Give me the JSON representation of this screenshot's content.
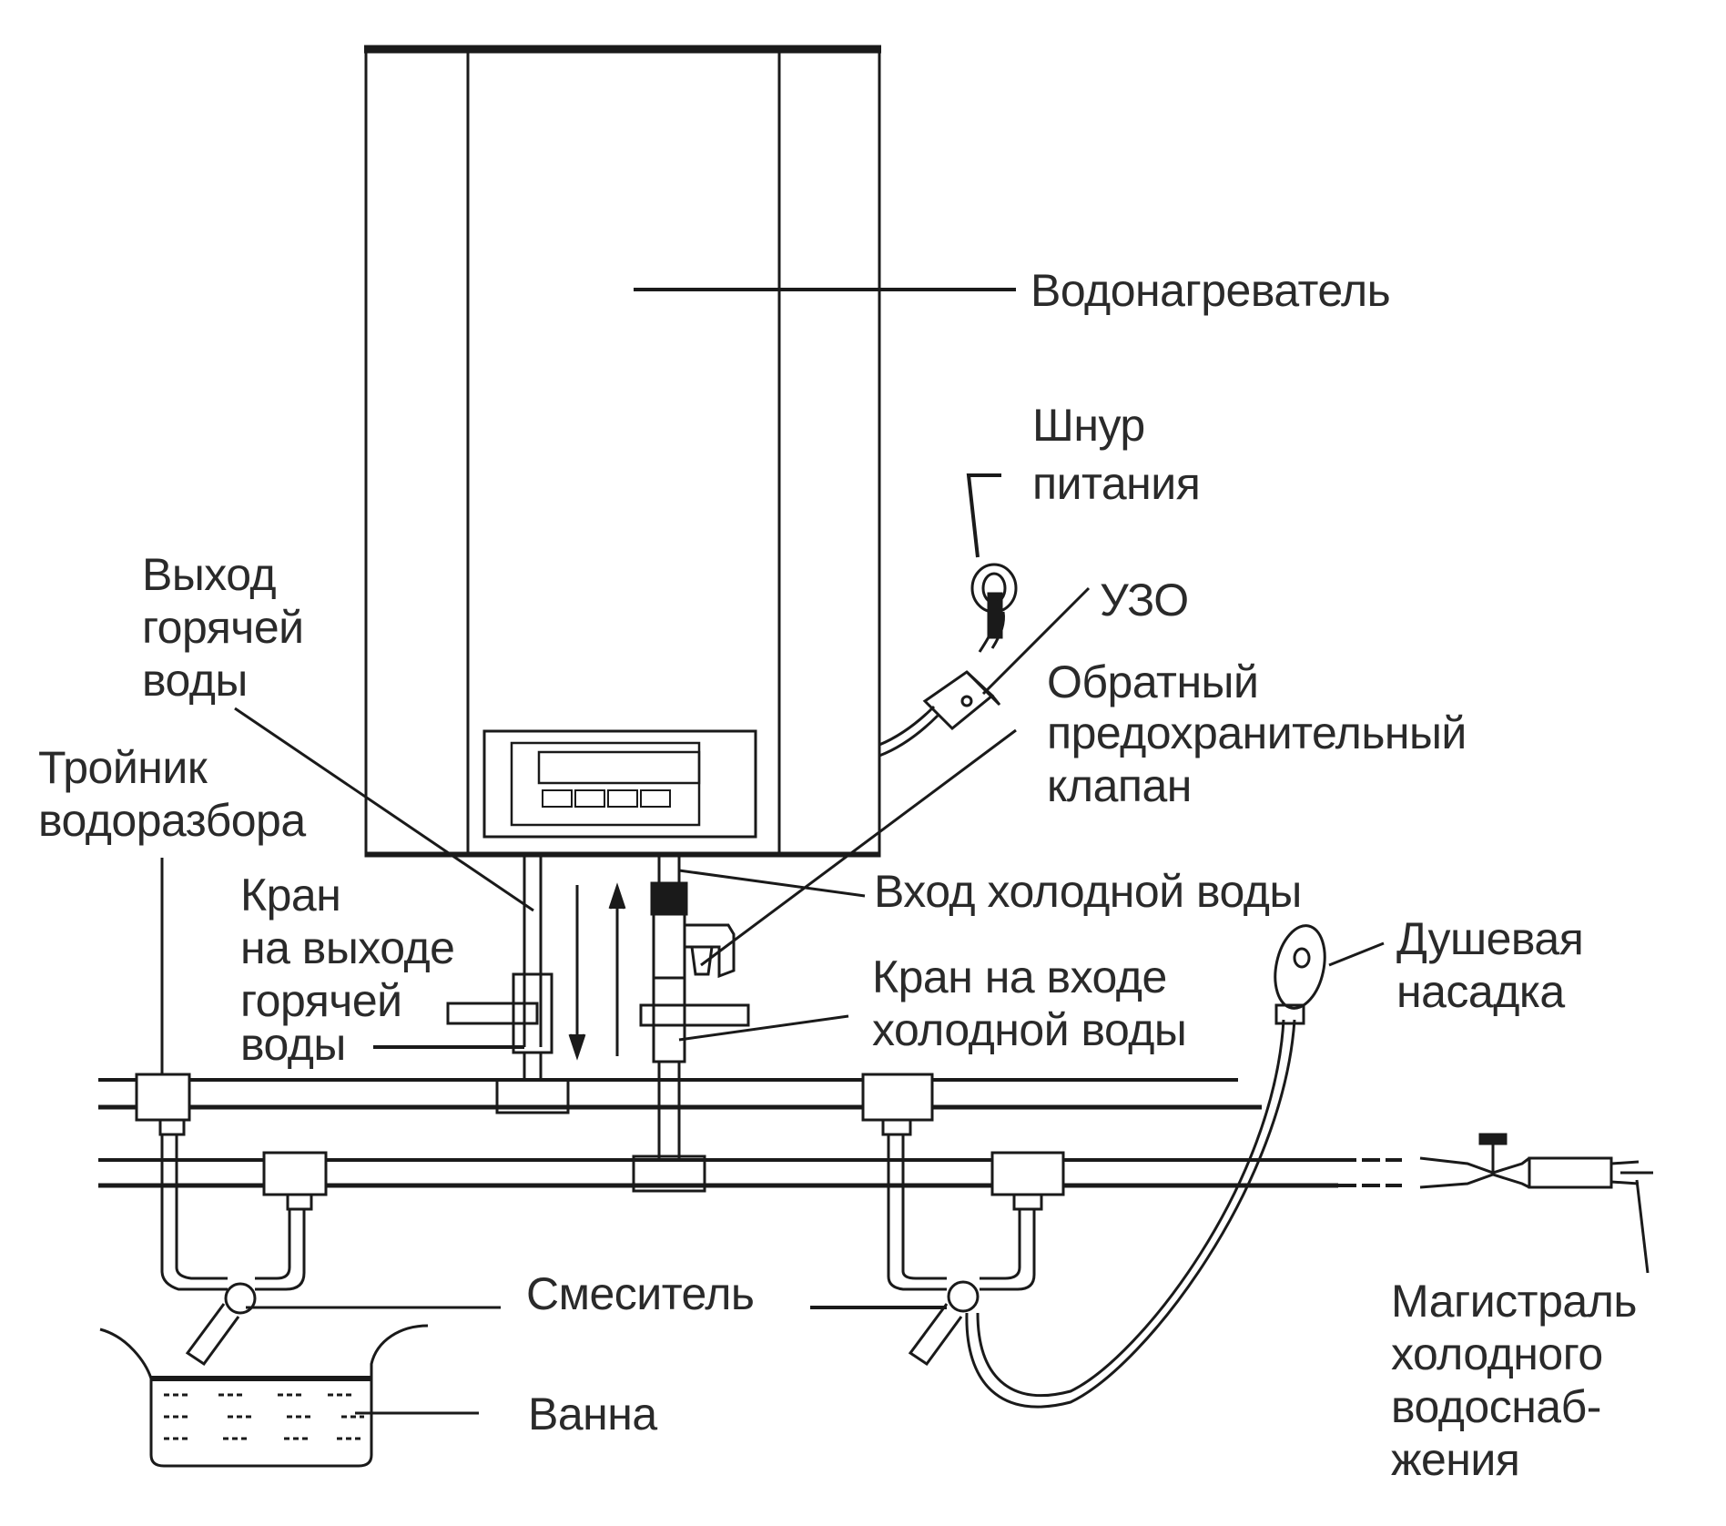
{
  "labels": {
    "heater": "Водонагреватель",
    "cord": [
      "Шнур",
      "питания"
    ],
    "uzo": "УЗО",
    "check_valve": [
      "Обратный",
      "предохранительный",
      "клапан"
    ],
    "hot_outlet": [
      "Выход",
      "горячей",
      "воды"
    ],
    "tee": [
      "Тройник",
      "водоразбора"
    ],
    "hot_valve": [
      "Кран",
      "на выходе",
      "горячей",
      "воды"
    ],
    "cold_inlet": "Вход холодной воды",
    "cold_valve": [
      "Кран на входе",
      "холодной воды"
    ],
    "shower": [
      "Душевая",
      "насадка"
    ],
    "mixer": "Смеситель",
    "bath": "Ванна",
    "main": [
      "Магистраль",
      "холодного",
      "водоснаб-",
      "жения"
    ]
  },
  "colors": {
    "line": "#1a1a1a",
    "text": "#2a2a2a",
    "background": "#ffffff"
  },
  "icons": [
    "water-heater-icon",
    "plug-icon",
    "rcd-icon",
    "check-valve-icon",
    "shower-head-icon",
    "mixer-icon",
    "bathtub-icon",
    "main-valve-icon"
  ]
}
